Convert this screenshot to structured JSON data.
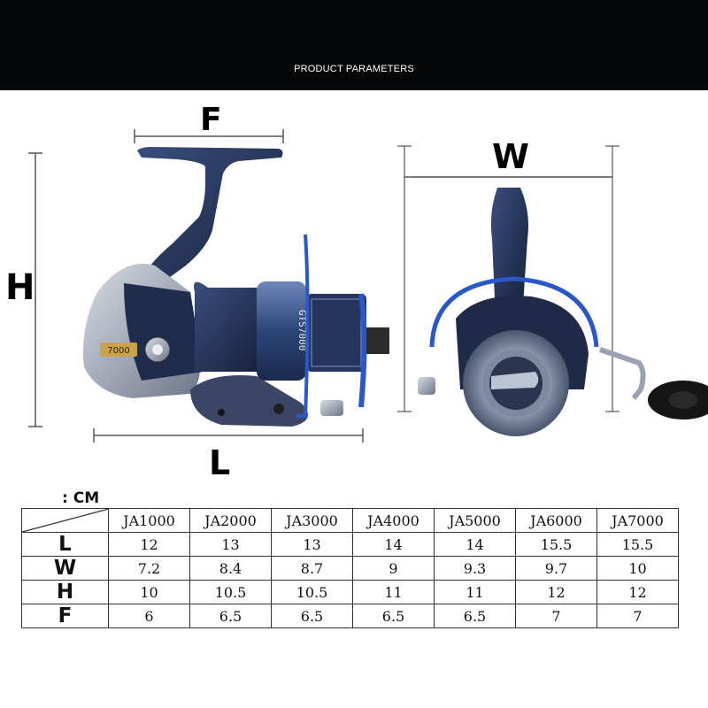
{
  "banner": {
    "title": "PRODUCT PARAMETERS"
  },
  "dimension_labels": {
    "f": "F",
    "w": "W",
    "h": "H",
    "l": "L"
  },
  "reel_badge": "7000",
  "spool_text": "GTS7000",
  "colors": {
    "banner": "#060708",
    "reel_blue": "#2a58c8",
    "reel_dark": "#1c2844",
    "reel_silver": "#9aa2b2"
  },
  "table": {
    "unit_label": ": CM",
    "columns": [
      "JA1000",
      "JA2000",
      "JA3000",
      "JA4000",
      "JA5000",
      "JA6000",
      "JA7000"
    ],
    "rows": [
      {
        "label": "L",
        "values": [
          "12",
          "13",
          "13",
          "14",
          "14",
          "15.5",
          "15.5"
        ]
      },
      {
        "label": "W",
        "values": [
          "7.2",
          "8.4",
          "8.7",
          "9",
          "9.3",
          "9.7",
          "10"
        ]
      },
      {
        "label": "H",
        "values": [
          "10",
          "10.5",
          "10.5",
          "11",
          "11",
          "12",
          "12"
        ]
      },
      {
        "label": "F",
        "values": [
          "6",
          "6.5",
          "6.5",
          "6.5",
          "6.5",
          "7",
          "7"
        ]
      }
    ]
  }
}
